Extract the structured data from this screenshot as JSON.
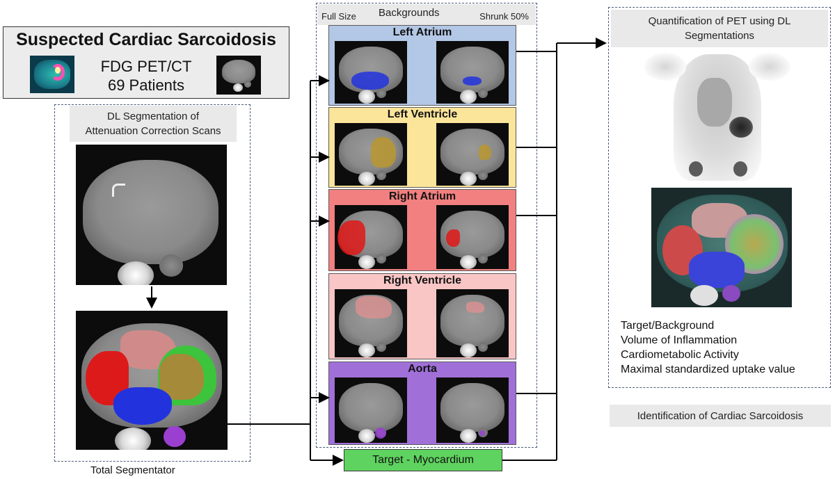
{
  "header": {
    "title": "Suspected Cardiac Sarcoidosis",
    "line1": "FDG PET/CT",
    "line2": "69 Patients"
  },
  "left_section": {
    "heading_line1": "DL Segmentation of",
    "heading_line2": "Attenuation Correction Scans",
    "caption": "Total Segmentator"
  },
  "middle_section": {
    "heading": "Backgrounds",
    "col_left": "Full Size",
    "col_right": "Shrunk 50%",
    "panels": [
      {
        "label": "Left Atrium",
        "color": "#b3c7e6",
        "seg_color": "#2233dd"
      },
      {
        "label": "Left Ventricle",
        "color": "#fbe59a",
        "seg_color": "#b8962e"
      },
      {
        "label": "Right Atrium",
        "color": "#f28080",
        "seg_color": "#e01818"
      },
      {
        "label": "Right Ventricle",
        "color": "#f9c5c5",
        "seg_color": "#d89090"
      },
      {
        "label": "Aorta",
        "color": "#a070d8",
        "seg_color": "#9a3fd0"
      }
    ],
    "target": "Target - Myocardium",
    "target_color": "#5fd35f"
  },
  "right_section": {
    "heading_line1": "Quantification of PET using DL",
    "heading_line2": "Segmentations",
    "metrics": [
      "Target/Background",
      "Volume of Inflammation",
      "Cardiometabolic Activity",
      "Maximal standardized uptake value"
    ],
    "result": "Identification of Cardiac Sarcoidosis"
  }
}
